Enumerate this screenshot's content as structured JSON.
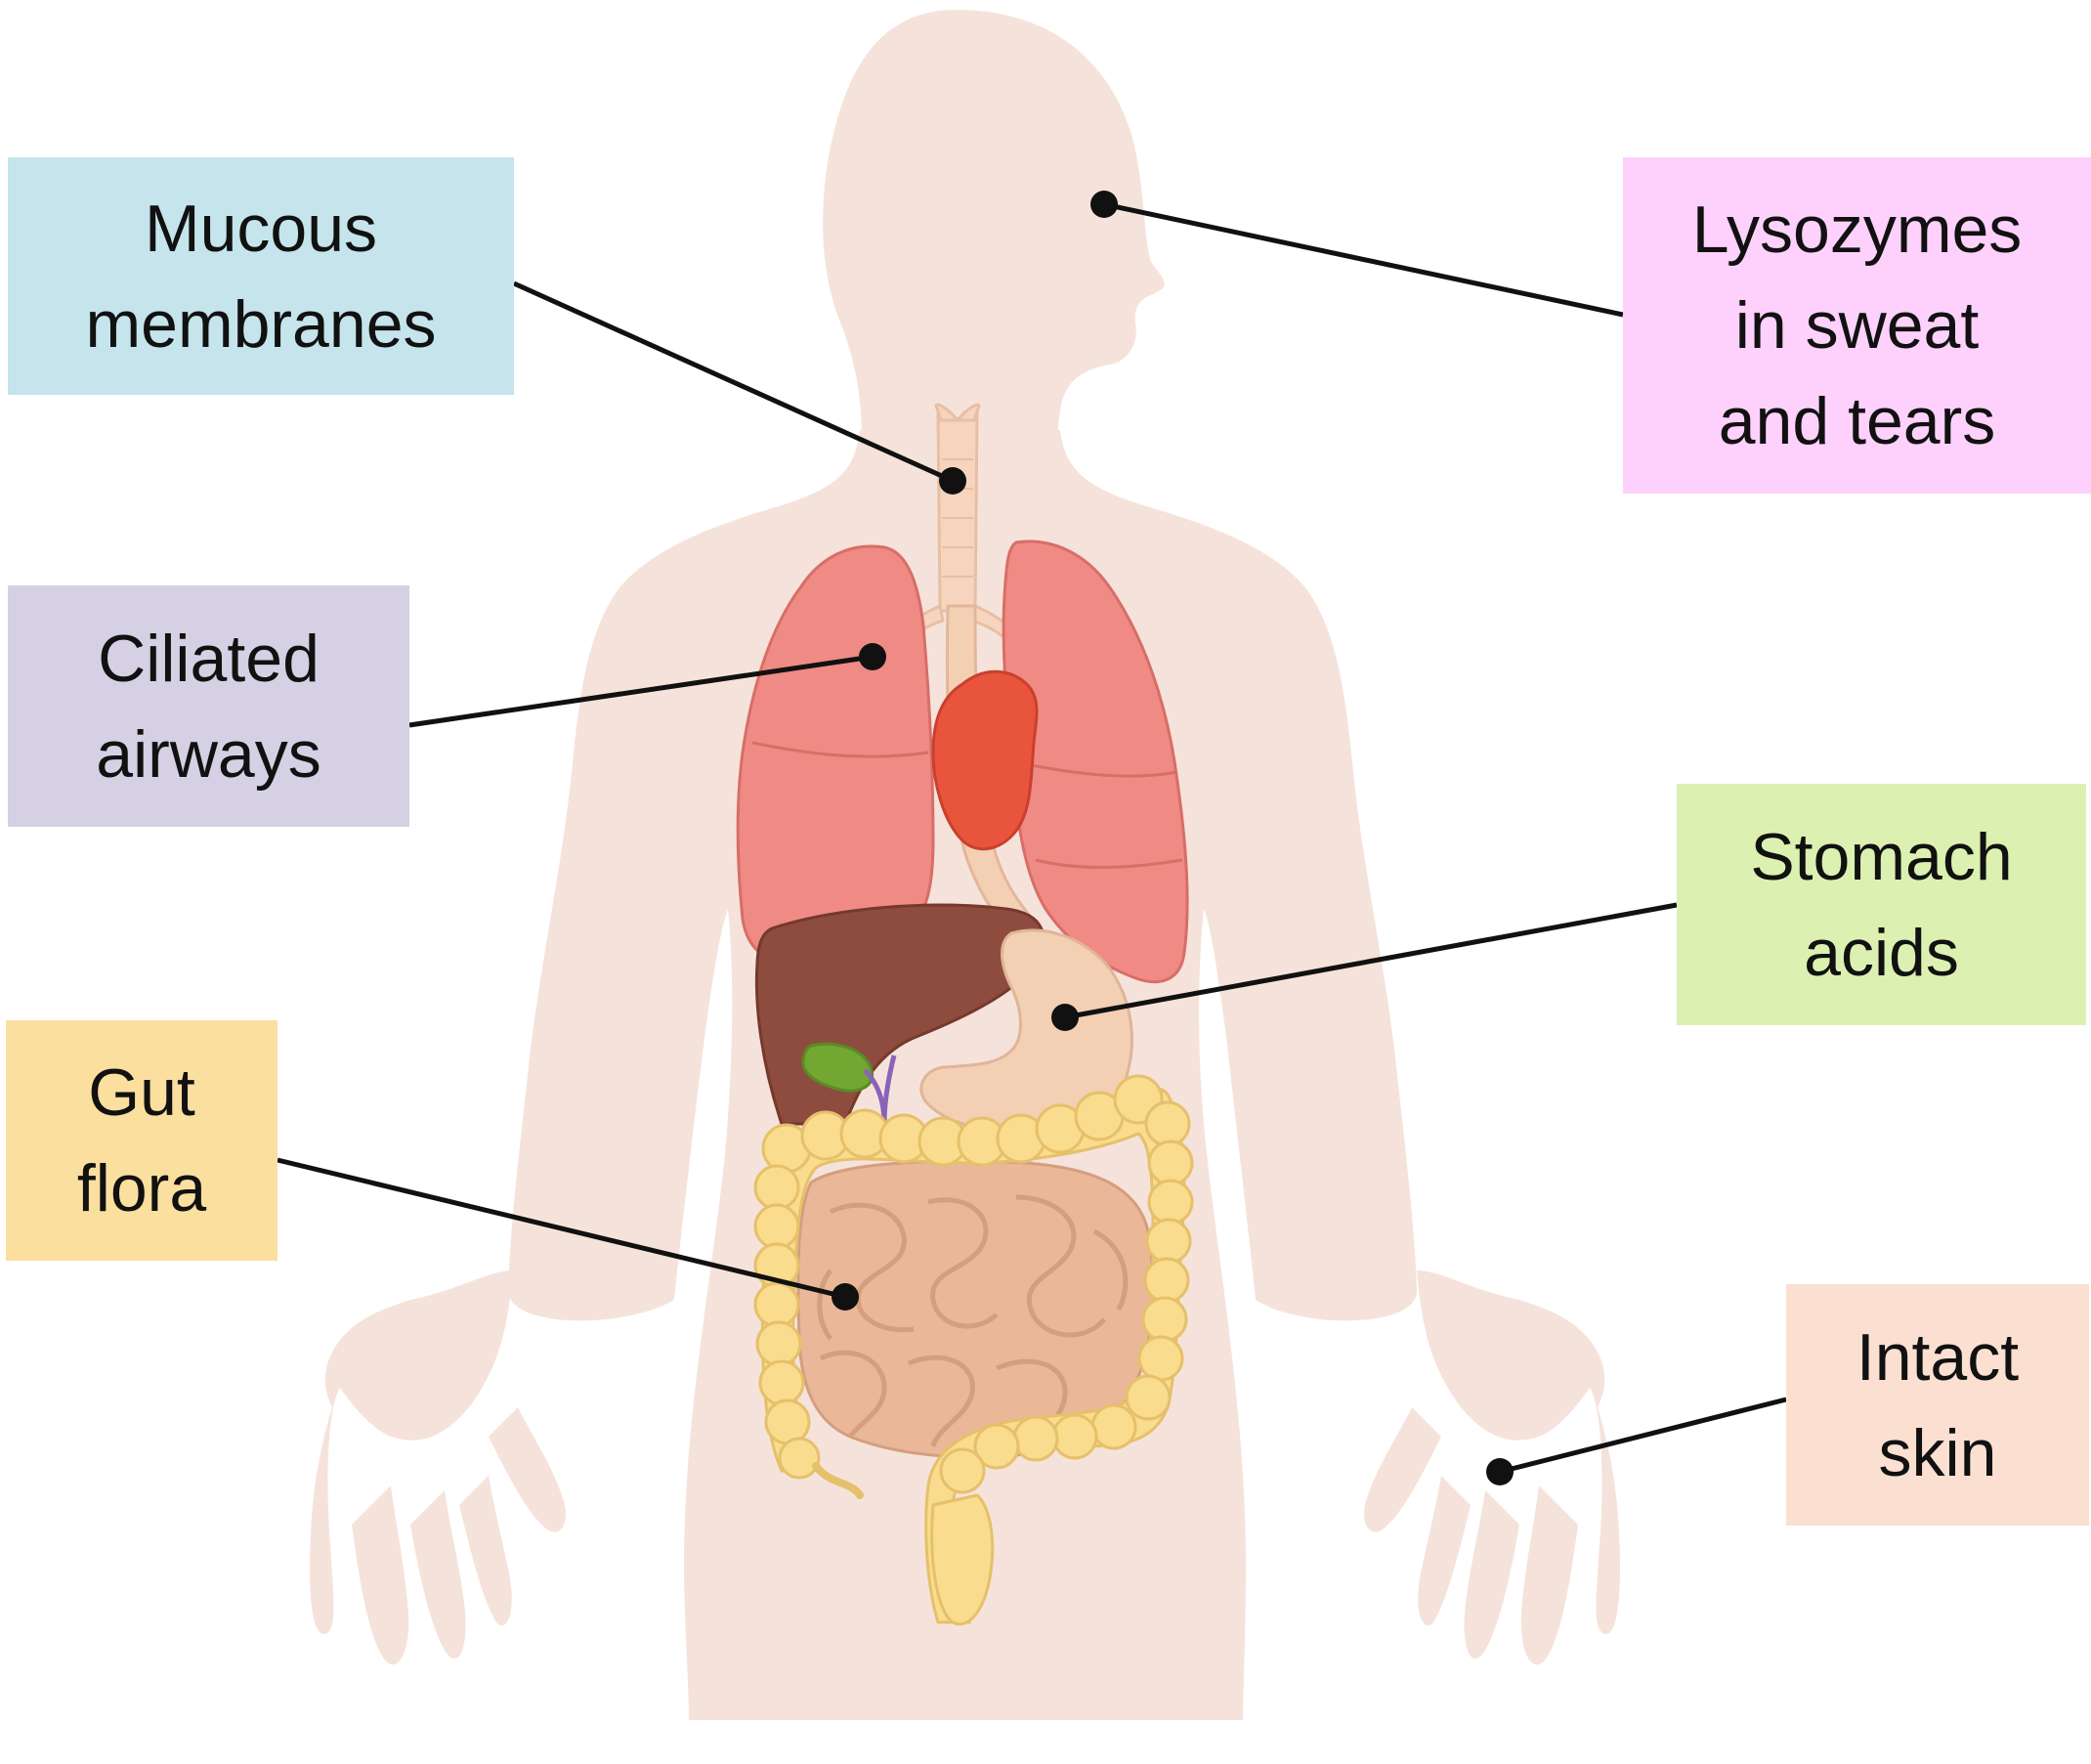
{
  "diagram": {
    "labels": {
      "mucous_membranes": {
        "lines": [
          "Mucous",
          "membranes"
        ],
        "color": "#c5e4ec"
      },
      "ciliated_airways": {
        "lines": [
          "Ciliated",
          "airways"
        ],
        "color": "#d5d0e3"
      },
      "gut_flora": {
        "lines": [
          "Gut",
          "flora"
        ],
        "color": "#fbdf9f"
      },
      "lysozymes": {
        "lines": [
          "Lysozymes",
          "in sweat",
          "and tears"
        ],
        "color": "#fdd1fc"
      },
      "stomach_acids": {
        "lines": [
          "Stomach",
          "acids"
        ],
        "color": "#dcf1b1"
      },
      "intact_skin": {
        "lines": [
          "Intact",
          "skin"
        ],
        "color": "#fbe0d2"
      }
    },
    "colors": {
      "body": "#f5e3db",
      "lungs": "#ef8b84",
      "heart": "#e9543c",
      "liver": "#8e4c3f",
      "gallbladder": "#72a832",
      "stomach": "#f3cfb4",
      "large_intestine": "#f9dc8e",
      "small_intestine": "#eab799",
      "trachea": "#f6d4bd",
      "leader_line": "#111111"
    }
  }
}
